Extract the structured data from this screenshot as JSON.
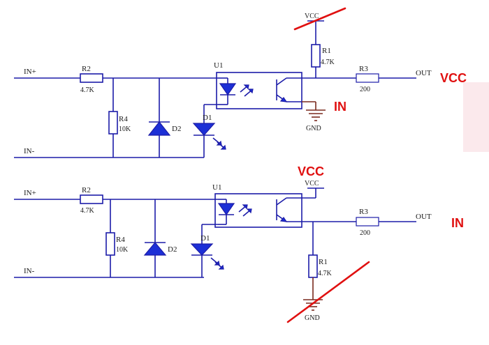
{
  "colors": {
    "wire": "#1c1ca8",
    "diode_fill": "#1c2fd6",
    "ground": "#7a2a1e",
    "annotation_red": "#e01010",
    "text": "#1a1a1a"
  },
  "top_circuit": {
    "in_plus": "IN+",
    "in_minus": "IN-",
    "r2_name": "R2",
    "r2_value": "4.7K",
    "r4_name": "R4",
    "r4_value": "10K",
    "d2_name": "D2",
    "d1_name": "D1",
    "u1_name": "U1",
    "vcc_label": "VCC",
    "r1_name": "R1",
    "r1_value": "4.7K",
    "r3_name": "R3",
    "r3_value": "200",
    "out_label": "OUT",
    "gnd_label": "GND",
    "annotation_out": "VCC",
    "annotation_gnd": "IN"
  },
  "bottom_circuit": {
    "in_plus": "IN+",
    "in_minus": "IN-",
    "r2_name": "R2",
    "r2_value": "4.7K",
    "r4_name": "R4",
    "r4_value": "10K",
    "d2_name": "D2",
    "d1_name": "D1",
    "u1_name": "U1",
    "vcc_label": "VCC",
    "r1_name": "R1",
    "r1_value": "4.7K",
    "r3_name": "R3",
    "r3_value": "200",
    "out_label": "OUT",
    "gnd_label": "GND",
    "annotation_vcc": "VCC",
    "annotation_out": "IN"
  }
}
